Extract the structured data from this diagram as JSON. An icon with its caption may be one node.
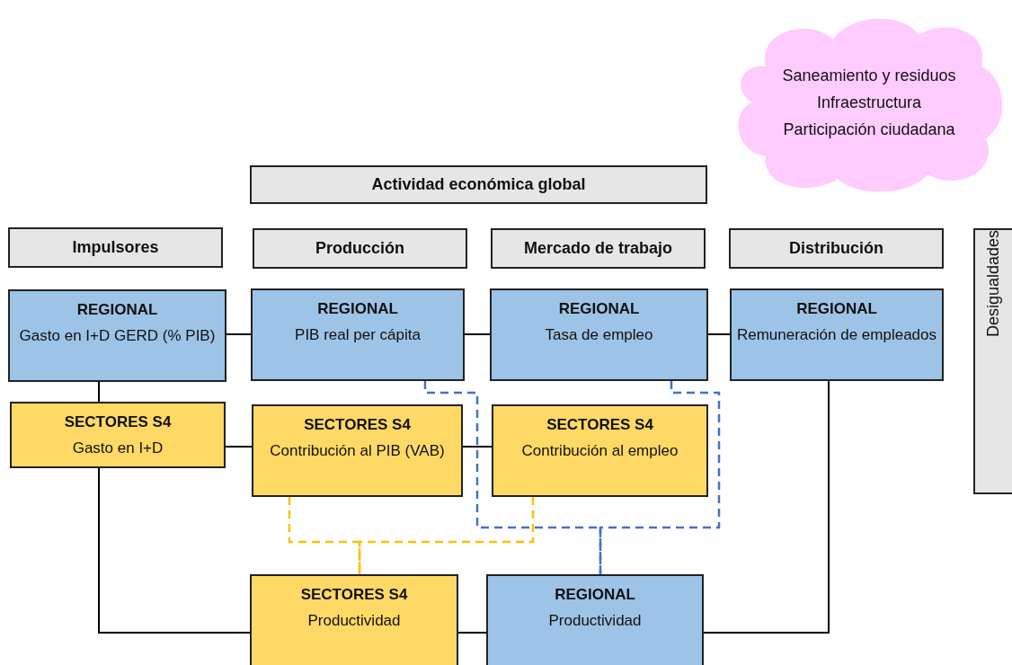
{
  "diagram": {
    "nodes": [
      {
        "text": [
          "Saneamiento y residuos",
          "Infraestructura",
          "Participación ciudadana"
        ]
      },
      {
        "text": [
          "Actividad económica global"
        ]
      },
      {
        "text": [
          "Impulsores"
        ]
      },
      {
        "text": [
          "Producción"
        ]
      },
      {
        "text": [
          "Mercado de trabajo"
        ]
      },
      {
        "text": [
          "Distribución"
        ]
      },
      {
        "text": [
          "Desigualdades"
        ]
      },
      {
        "text": [
          "REGIONAL",
          "Gasto en I+D GERD (% PIB)"
        ]
      },
      {
        "text": [
          "REGIONAL",
          "PIB real per cápita"
        ]
      },
      {
        "text": [
          "REGIONAL",
          "Tasa de empleo"
        ]
      },
      {
        "text": [
          "REGIONAL",
          "Remuneración de empleados"
        ]
      },
      {
        "text": [
          "SECTORES S4",
          "Gasto en I+D"
        ]
      },
      {
        "text": [
          "SECTORES S4",
          "Contribución al PIB (VAB)"
        ]
      },
      {
        "text": [
          "SECTORES S4",
          "Contribución al empleo"
        ]
      },
      {
        "text": [
          "SECTORES S4",
          "Productividad"
        ]
      },
      {
        "text": [
          "REGIONAL",
          "Productividad"
        ]
      }
    ],
    "edges": [
      {
        "from": 7,
        "to": 8,
        "arrow": "none"
      },
      {
        "from": 8,
        "to": 9,
        "arrow": "none"
      },
      {
        "from": 9,
        "to": 10,
        "arrow": "none"
      },
      {
        "from": 7,
        "to": 11,
        "arrow": "none"
      },
      {
        "from": 11,
        "to": 12,
        "arrow": "none"
      },
      {
        "from": 12,
        "to": 13,
        "arrow": "none"
      },
      {
        "from": 11,
        "to": 14,
        "arrow": "none"
      },
      {
        "from": 14,
        "to": 15,
        "arrow": "none"
      },
      {
        "from": 10,
        "to": 15,
        "arrow": "none"
      },
      {
        "from": 12,
        "to": 14,
        "arrow": "none",
        "style": "dashed",
        "color": "#ffc000"
      },
      {
        "from": 13,
        "to": 14,
        "arrow": "none",
        "style": "dashed",
        "color": "#ffc000"
      },
      {
        "from": 8,
        "to": 15,
        "arrow": "none",
        "style": "dashed",
        "color": "#4472c4"
      },
      {
        "from": 9,
        "to": 15,
        "arrow": "none",
        "style": "dashed",
        "color": "#4472c4"
      }
    ]
  }
}
